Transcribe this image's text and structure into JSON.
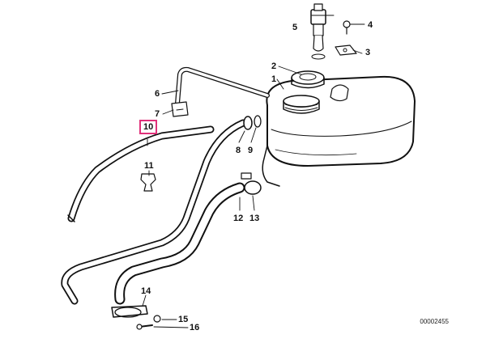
{
  "callouts": {
    "c1": "1",
    "c2": "2",
    "c3": "3",
    "c4": "4",
    "c5": "5",
    "c6": "6",
    "c7": "7",
    "c8": "8",
    "c9": "9",
    "c10": "10",
    "c11": "11",
    "c12": "12",
    "c13": "13",
    "c14": "14",
    "c15": "15",
    "c16": "16"
  },
  "highlight_color": "#e0317a",
  "doc_number": "00002455"
}
